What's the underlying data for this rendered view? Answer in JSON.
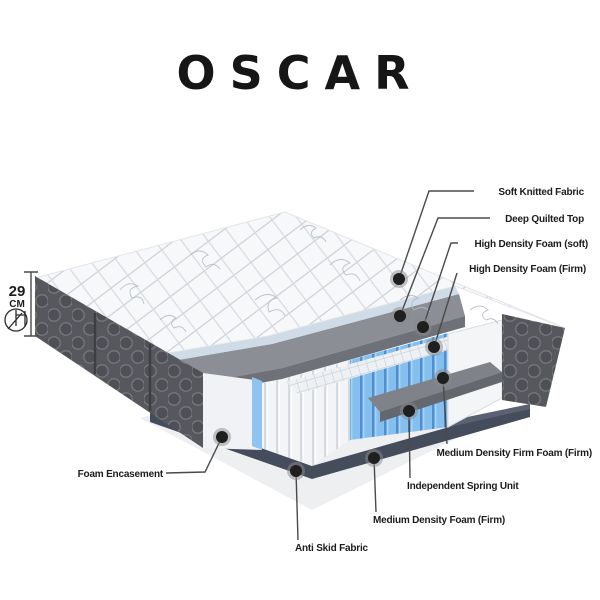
{
  "title": "OSCAR",
  "measurement": {
    "value": "29",
    "unit": "CM"
  },
  "callouts": [
    {
      "id": "soft-knitted-fabric",
      "text": "Soft Knitted Fabric"
    },
    {
      "id": "deep-quilted-top",
      "text": "Deep Quilted Top"
    },
    {
      "id": "high-density-foam-soft",
      "text": "High Density Foam (soft)"
    },
    {
      "id": "high-density-foam-firm",
      "text": "High Density Foam (Firm)"
    },
    {
      "id": "medium-density-firm-foam-firm",
      "text": "Medium Density Firm Foam (Firm)"
    },
    {
      "id": "independent-spring-unit",
      "text": "Independent Spring Unit"
    },
    {
      "id": "medium-density-foam-firm",
      "text": "Medium Density Foam (Firm)"
    },
    {
      "id": "anti-skid-fabric",
      "text": "Anti Skid Fabric"
    },
    {
      "id": "foam-encasement",
      "text": "Foam Encasement"
    }
  ],
  "colors": {
    "quilt_top": "#f7f8fa",
    "quilt_pattern": "#c9cdd3",
    "side_panel": "#56585d",
    "foam_slab": "#8b8e94",
    "foam_slab_edge": "#6e7177",
    "quilt_underside_blue": "#cfdbe6",
    "spring_white": "#f2f4f6",
    "spring_blue": "#84bfee",
    "base_foam_navy": "#454c5c",
    "anti_skid_sheet": "#edeff1",
    "callout_dot": "#1f1f1f",
    "callout_line": "#4a4a4a"
  }
}
